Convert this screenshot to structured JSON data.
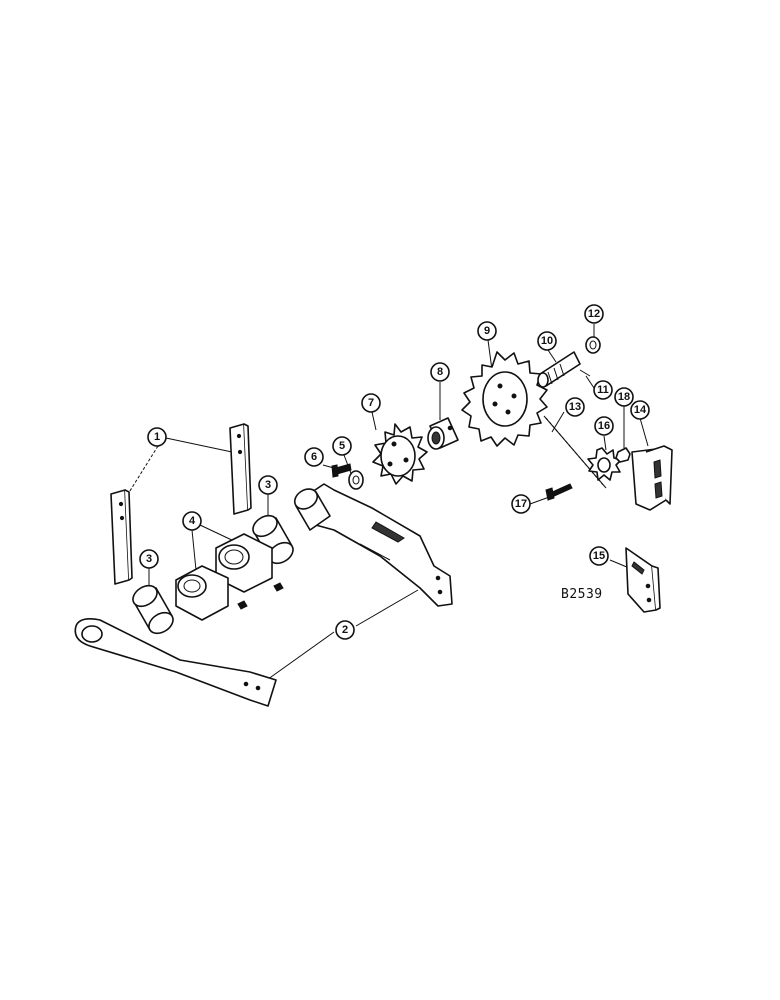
{
  "drawing": {
    "code": "B2539"
  },
  "callouts": [
    {
      "id": "c1",
      "label": "1"
    },
    {
      "id": "c2",
      "label": "2"
    },
    {
      "id": "c3a",
      "label": "3"
    },
    {
      "id": "c3b",
      "label": "3"
    },
    {
      "id": "c4",
      "label": "4"
    },
    {
      "id": "c5",
      "label": "5"
    },
    {
      "id": "c6",
      "label": "6"
    },
    {
      "id": "c7",
      "label": "7"
    },
    {
      "id": "c8",
      "label": "8"
    },
    {
      "id": "c9",
      "label": "9"
    },
    {
      "id": "c10",
      "label": "10"
    },
    {
      "id": "c11",
      "label": "11"
    },
    {
      "id": "c12",
      "label": "12"
    },
    {
      "id": "c13",
      "label": "13"
    },
    {
      "id": "c14",
      "label": "14"
    },
    {
      "id": "c15",
      "label": "15"
    },
    {
      "id": "c16",
      "label": "16"
    },
    {
      "id": "c17",
      "label": "17"
    },
    {
      "id": "c18",
      "label": "18"
    }
  ]
}
